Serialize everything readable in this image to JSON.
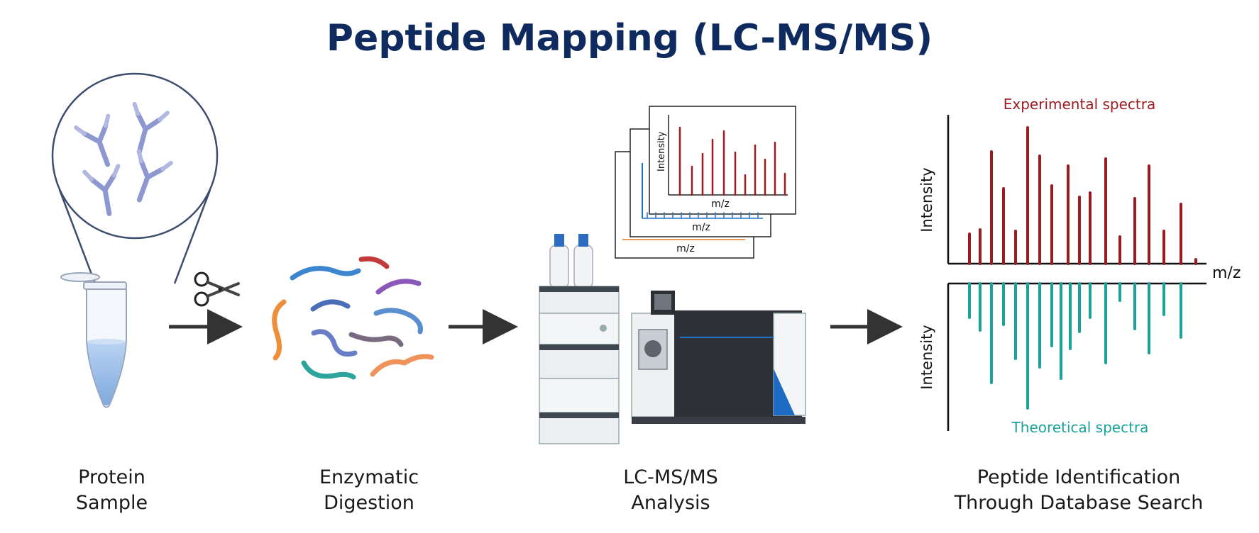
{
  "title": "Peptide Mapping (LC-MS/MS)",
  "steps": [
    {
      "line1": "Protein",
      "line2": "Sample"
    },
    {
      "line1": "Enzymatic",
      "line2": "Digestion"
    },
    {
      "line1": "LC-MS/MS",
      "line2": "Analysis"
    },
    {
      "line1": "Peptide Identification",
      "line2": "Through Database Search"
    }
  ],
  "ms_stack": {
    "ylabel": "Intensity",
    "xlabel": "m/z"
  },
  "mirror": {
    "top_label": "Experimental spectra",
    "bottom_label": "Theoretical spectra",
    "ylabel": "Intensity",
    "xlabel": "m/z"
  },
  "colors": {
    "title": "#0f2a5e",
    "experimental": "#9b1b22",
    "theoretical": "#1aa39a",
    "arrow": "#333333"
  },
  "icons": [
    "antibody-icon",
    "tube-icon",
    "scissors-icon",
    "peptide-fragment-icon",
    "lc-system-icon",
    "mass-spectrometer-icon"
  ]
}
